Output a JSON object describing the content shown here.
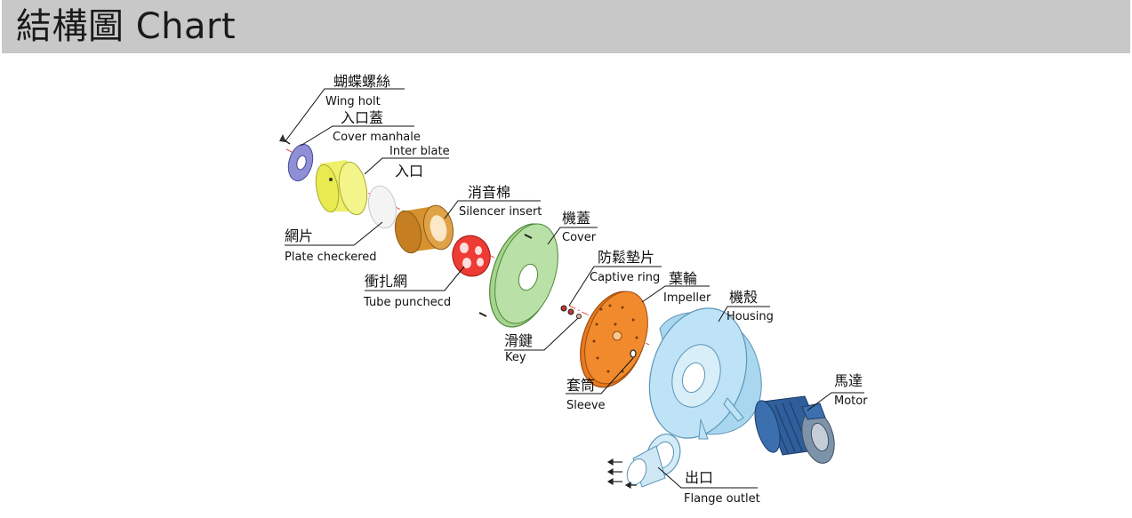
{
  "title": "結構圖 Chart",
  "colors": {
    "header_bg": "#c8c8c8",
    "wing_holt": "#8f8fd6",
    "cover_manhale": "#eef06a",
    "plate_checkered": "#f4f4f4",
    "silencer_insert": "#d7912e",
    "tube_punched": "#ee3b33",
    "cover": "#b9e0a6",
    "impeller": "#f08a2c",
    "housing": "#bfe3f6",
    "motor": "#2f5e9b"
  },
  "labels": {
    "wing_holt": {
      "zh": "蝴蝶螺絲",
      "en": "Wing holt"
    },
    "cover_manhale": {
      "zh": "入口蓋",
      "en": "Cover manhale"
    },
    "inter_blate": {
      "zh": "入口",
      "en": "Inter blate"
    },
    "silencer_insert": {
      "zh": "消音棉",
      "en": "Silencer insert"
    },
    "plate_checkered": {
      "zh": "網片",
      "en": "Plate checkered"
    },
    "tube_punched": {
      "zh": "衝扎網",
      "en": "Tube punchecd"
    },
    "cover": {
      "zh": "機蓋",
      "en": "Cover"
    },
    "captive_ring": {
      "zh": "防鬆墊片",
      "en": "Captive ring"
    },
    "impeller": {
      "zh": "葉輪",
      "en": "Impeller"
    },
    "housing": {
      "zh": "機殼",
      "en": "Housing"
    },
    "key": {
      "zh": "滑鍵",
      "en": "Key"
    },
    "sleeve": {
      "zh": "套筒",
      "en": "Sleeve"
    },
    "motor": {
      "zh": "馬達",
      "en": "Motor"
    },
    "flange_outlet": {
      "zh": "出口",
      "en": "Flange outlet"
    }
  }
}
